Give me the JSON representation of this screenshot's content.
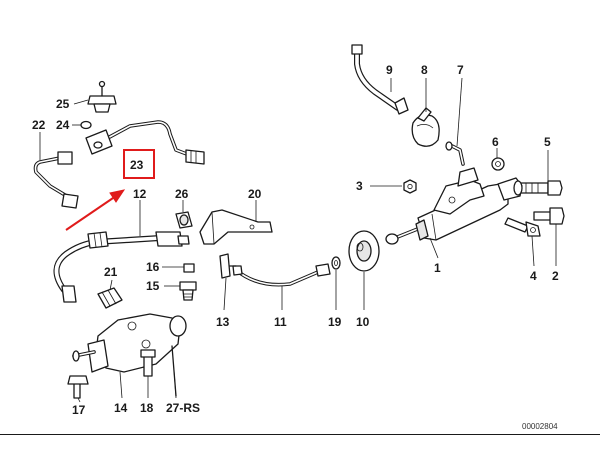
{
  "diagram": {
    "highlight_color": "#e01b1b",
    "ink_color": "#1a1a1a",
    "diagram_id": "00002804",
    "highlighted_part": "23",
    "callouts": {
      "c1": "1",
      "c2": "2",
      "c3": "3",
      "c4": "4",
      "c5": "5",
      "c6": "6",
      "c7": "7",
      "c8": "8",
      "c9": "9",
      "c10": "10",
      "c11": "11",
      "c12": "12",
      "c13": "13",
      "c14": "14",
      "c15": "15",
      "c16": "16",
      "c17": "17",
      "c18": "18",
      "c19": "19",
      "c20": "20",
      "c21": "21",
      "c22": "22",
      "c23": "23",
      "c24": "24",
      "c25": "25",
      "c26": "26",
      "c27": "27-RS"
    }
  }
}
